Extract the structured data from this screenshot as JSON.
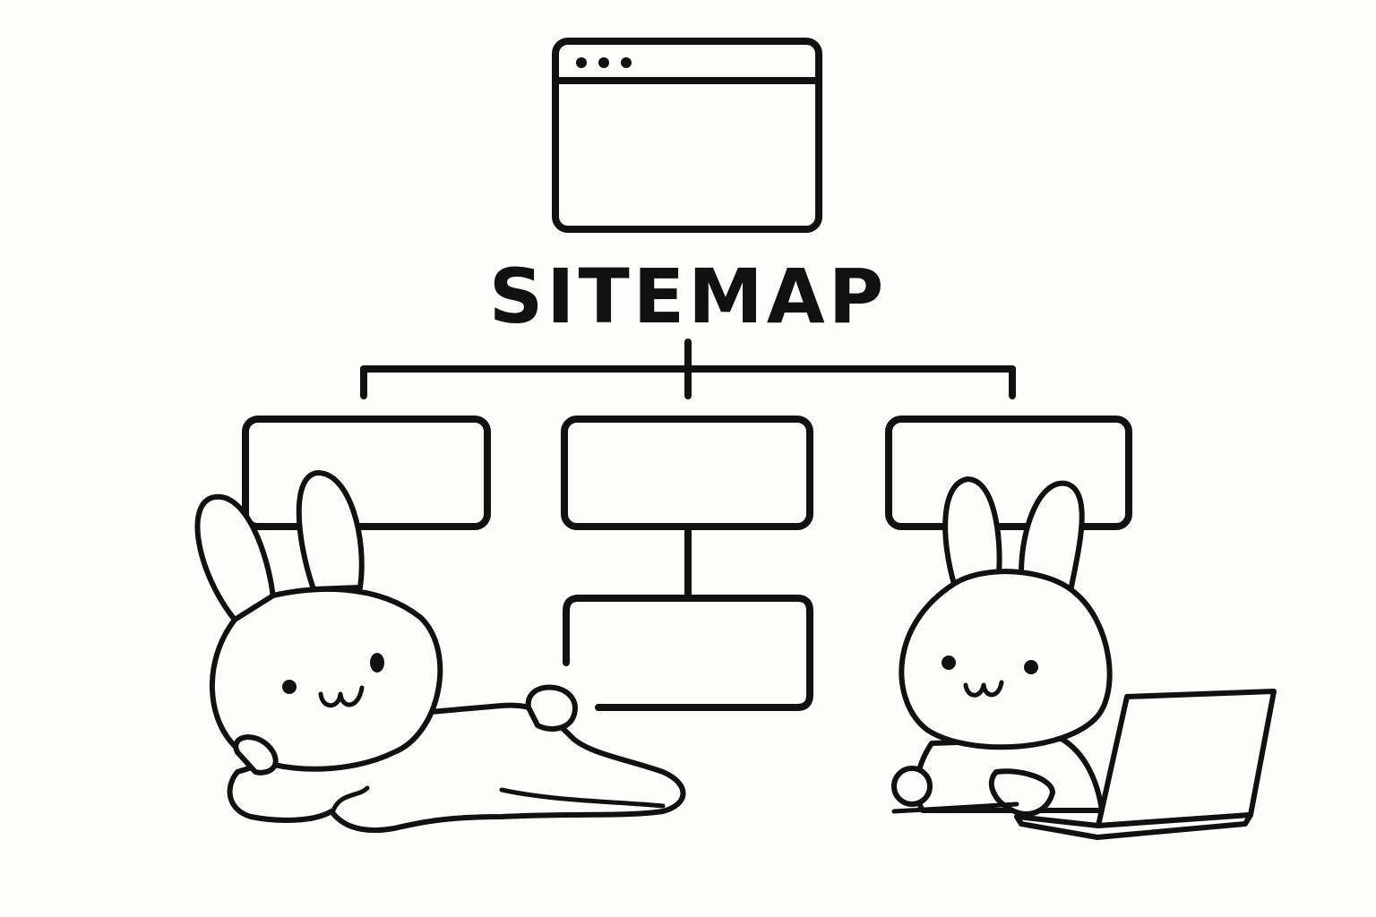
{
  "diagram": {
    "title": "SITEMAP",
    "colors": {
      "stroke": "#111111",
      "background": "#fdfdfb"
    },
    "nodes": [
      "browser-window",
      "page-left",
      "page-middle",
      "page-middle-child",
      "page-right"
    ]
  }
}
